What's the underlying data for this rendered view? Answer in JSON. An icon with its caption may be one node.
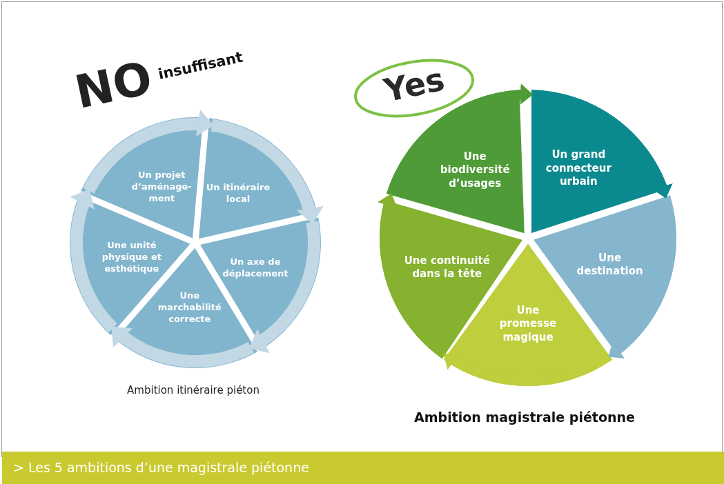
{
  "diagram": {
    "caption": "> Les 5 ambitions d’une magistrale piétonne",
    "nodes": [
      {
        "text": [
          "Un projet d’aménage- ment"
        ]
      },
      {
        "text": [
          "Un itinéraire local"
        ]
      },
      {
        "text": [
          "Un axe de déplacement"
        ]
      },
      {
        "text": [
          "Une marchabilité correcte"
        ]
      },
      {
        "text": [
          "Une unité physique et esthétique"
        ]
      },
      {
        "text": [
          "Une biodiversité d’usages"
        ]
      },
      {
        "text": [
          "Un grand connecteur urbain"
        ]
      },
      {
        "text": [
          "Une destination"
        ]
      },
      {
        "text": [
          "Une promesse magique"
        ]
      },
      {
        "text": [
          "Une continuité dans la tête"
        ]
      }
    ],
    "edges": [
      {
        "from": 0,
        "to": 1,
        "arrow": "to",
        "color": "#c3d8e5"
      },
      {
        "from": 1,
        "to": 2,
        "arrow": "to",
        "color": "#c3d8e5"
      },
      {
        "from": 2,
        "to": 3,
        "arrow": "to",
        "color": "#c3d8e5"
      },
      {
        "from": 3,
        "to": 4,
        "arrow": "to",
        "color": "#c3d8e5"
      },
      {
        "from": 4,
        "to": 0,
        "arrow": "to",
        "color": "#c3d8e5"
      },
      {
        "from": 5,
        "to": 6,
        "arrow": "to",
        "color": "#4f9b37"
      },
      {
        "from": 6,
        "to": 7,
        "arrow": "to",
        "color": "#0a8a8e"
      },
      {
        "from": 7,
        "to": 8,
        "arrow": "to",
        "color": "#85b6cd"
      },
      {
        "from": 8,
        "to": 9,
        "arrow": "to",
        "color": "#bece3c"
      },
      {
        "from": 9,
        "to": 5,
        "arrow": "to",
        "color": "#86b22f"
      }
    ],
    "labels": [
      "NO",
      "insuffisant",
      "Ambition itinéraire piéton",
      "Yes",
      "Ambition magistrale piétonne"
    ]
  }
}
